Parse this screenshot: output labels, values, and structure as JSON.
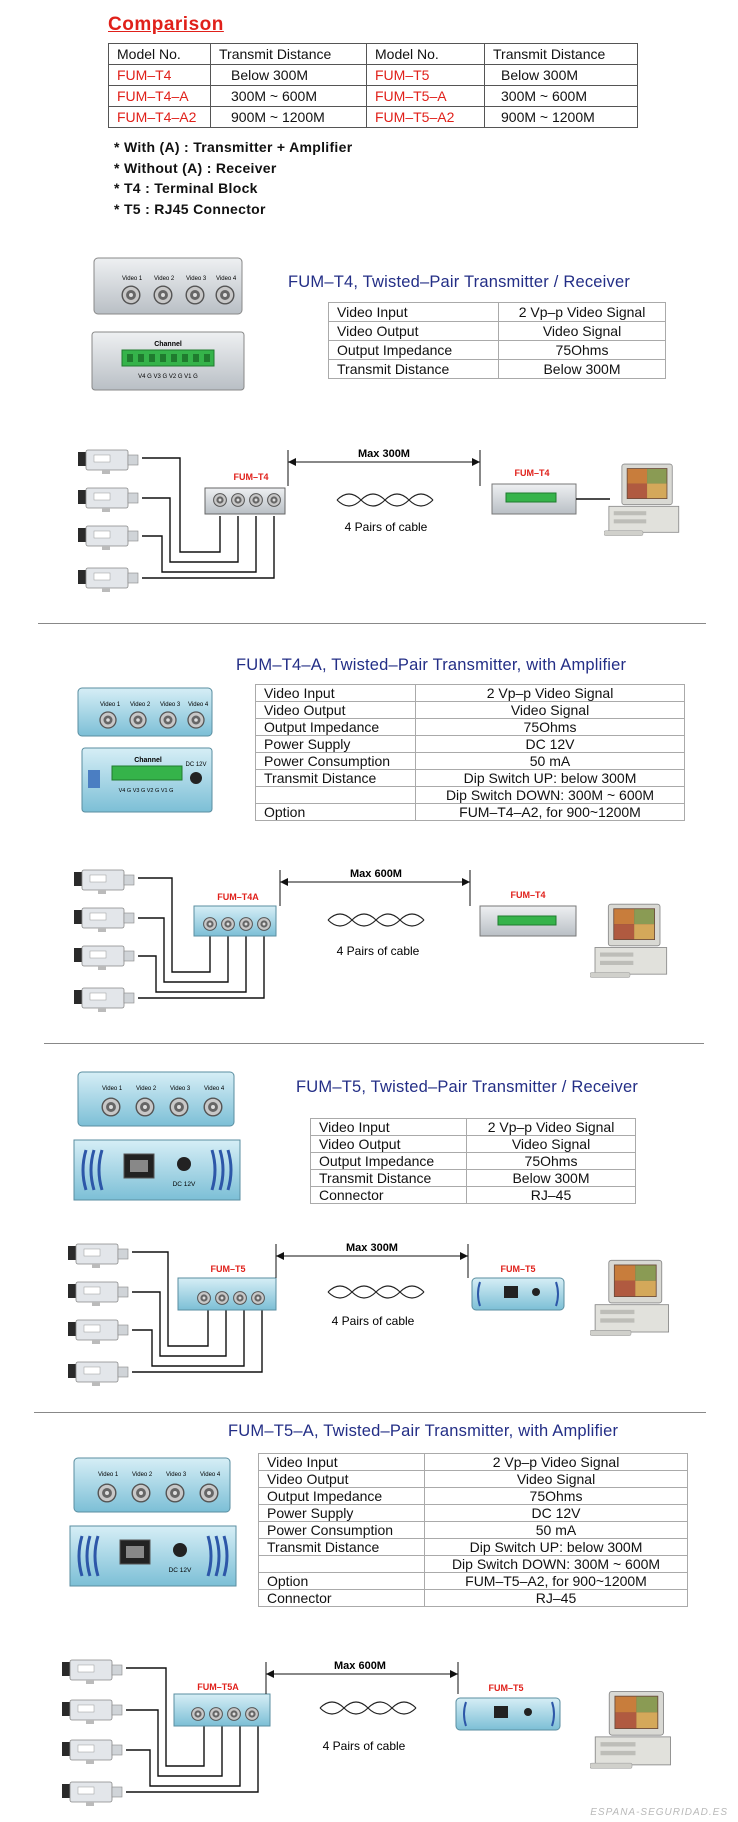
{
  "comparison": {
    "title": "Comparison",
    "headers": [
      "Model No.",
      "Transmit Distance",
      "Model No.",
      "Transmit Distance"
    ],
    "rows": [
      [
        "FUM–T4",
        "Below 300M",
        "FUM–T5",
        "Below 300M"
      ],
      [
        "FUM–T4–A",
        "300M ~ 600M",
        "FUM–T5–A",
        "300M ~ 600M"
      ],
      [
        "FUM–T4–A2",
        "900M ~ 1200M",
        "FUM–T5–A2",
        "900M ~ 1200M"
      ]
    ],
    "notes": [
      "* With (A) : Transmitter + Amplifier",
      "* Without (A) : Receiver",
      "* T4 : Terminal Block",
      "* T5 : RJ45 Connector"
    ]
  },
  "sections": [
    {
      "title": "FUM–T4, Twisted–Pair Transmitter / Receiver",
      "specs": [
        [
          "Video Input",
          "2 Vp–p Video Signal"
        ],
        [
          "Video Output",
          "Video Signal"
        ],
        [
          "Output Impedance",
          "75Ohms"
        ],
        [
          "Transmit Distance",
          "Below 300M"
        ]
      ],
      "diagram": {
        "tx_label": "FUM–T4",
        "rx_label": "FUM–T4",
        "distance": "Max 300M",
        "cable": "4 Pairs of cable"
      },
      "device_labels": {
        "video": [
          "Video 1",
          "Video 2",
          "Video 3",
          "Video 4"
        ],
        "channel": "Channel",
        "terminals": "V4 G V3 G V2 G V1 G"
      }
    },
    {
      "title": "FUM–T4–A, Twisted–Pair Transmitter, with Amplifier",
      "specs": [
        [
          "Video Input",
          "2 Vp–p Video Signal"
        ],
        [
          "Video Output",
          "Video Signal"
        ],
        [
          "Output Impedance",
          "75Ohms"
        ],
        [
          "Power Supply",
          "DC 12V"
        ],
        [
          "Power Consumption",
          "50 mA"
        ],
        [
          "Transmit Distance",
          "Dip Switch UP: below 300M"
        ],
        [
          "",
          "Dip Switch DOWN: 300M ~ 600M"
        ],
        [
          "Option",
          "FUM–T4–A2, for 900~1200M"
        ]
      ],
      "diagram": {
        "tx_label": "FUM–T4A",
        "rx_label": "FUM–T4",
        "distance": "Max 600M",
        "cable": "4 Pairs of cable"
      },
      "device_labels": {
        "video": [
          "Video 1",
          "Video 2",
          "Video 3",
          "Video 4"
        ],
        "channel": "Channel",
        "power": "DC 12V",
        "terminals": "V4 G V3 G V2 G V1 G"
      }
    },
    {
      "title": "FUM–T5, Twisted–Pair Transmitter / Receiver",
      "specs": [
        [
          "Video Input",
          "2 Vp–p Video Signal"
        ],
        [
          "Video Output",
          "Video Signal"
        ],
        [
          "Output Impedance",
          "75Ohms"
        ],
        [
          "Transmit Distance",
          "Below 300M"
        ],
        [
          "Connector",
          "RJ–45"
        ]
      ],
      "diagram": {
        "tx_label": "FUM–T5",
        "rx_label": "FUM–T5",
        "distance": "Max 300M",
        "cable": "4 Pairs of cable"
      },
      "device_labels": {
        "video": [
          "Video 1",
          "Video 2",
          "Video 3",
          "Video 4"
        ],
        "power": "DC 12V"
      }
    },
    {
      "title": "FUM–T5–A, Twisted–Pair Transmitter, with Amplifier",
      "specs": [
        [
          "Video Input",
          "2 Vp–p Video Signal"
        ],
        [
          "Video Output",
          "Video Signal"
        ],
        [
          "Output Impedance",
          "75Ohms"
        ],
        [
          "Power Supply",
          "DC 12V"
        ],
        [
          "Power Consumption",
          "50 mA"
        ],
        [
          "Transmit Distance",
          "Dip Switch UP: below 300M"
        ],
        [
          "",
          "Dip Switch DOWN: 300M ~ 600M"
        ],
        [
          "Option",
          "FUM–T5–A2, for 900~1200M"
        ],
        [
          "Connector",
          "RJ–45"
        ]
      ],
      "diagram": {
        "tx_label": "FUM–T5A",
        "rx_label": "FUM–T5",
        "distance": "Max 600M",
        "cable": "4 Pairs of cable"
      },
      "device_labels": {
        "video": [
          "Video 1",
          "Video 2",
          "Video 3",
          "Video 4"
        ],
        "power": "DC 12V"
      }
    }
  ],
  "watermark": "ESPANA-SEGURIDAD.ES",
  "colors": {
    "title_red": "#e0201a",
    "section_blue": "#232e86",
    "device_blue": "#9fd2e2",
    "device_grey": "#cfd4d8",
    "terminal_green": "#35b34a"
  }
}
